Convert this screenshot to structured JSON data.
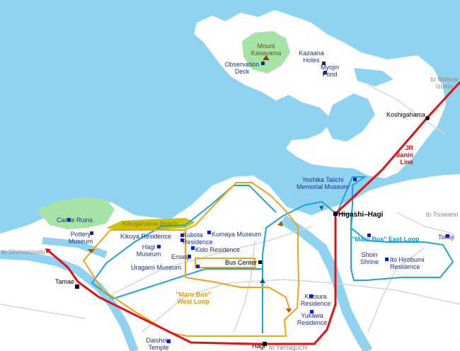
{
  "places": {
    "mount_kasayama": "Mount\nKasayama",
    "observation_deck": "Observation\nDeck",
    "kasaana_holes": "Kazaana\nHoles",
    "myojin_pond": "Myojin\nPond",
    "castle_ruins": "Castle Ruins",
    "pottery_museum": "Pottery\nMuseum",
    "kikugahama_beach": "Kikugahama Beach",
    "kikuya_residence": "Kikuya Residence",
    "kubota_residence": "Kubota\nResidence",
    "kumaya_museum": "Kumaya Museum",
    "hagi_museum": "Hagi\nMuseum",
    "kido_residence": "Kido Residence",
    "enseiji": "Enseiji",
    "uragami_museum": "Uragami Museum",
    "bus_center": "Bus Center",
    "yoshika_taiichi": "Yoshika Taiichi\nMemorial Museum",
    "shoin_shrine": "Shoin\nShrine",
    "ito_hirobumi": "Ito Hirobumi\nResidence",
    "tokoji": "Tokoji",
    "katsura_residence": "Katsura\nResidence",
    "yukawa_residence": "Yukawa\nResidence",
    "daishoin_temple": "Daishoin\nTemple"
  },
  "stations": {
    "koshigahama": "Koshigahama",
    "higashi_hagi": "Higashi–Hagi",
    "tamae": "Tamae",
    "hagi": "Hagi"
  },
  "directions": {
    "to_matsue": "to Matsue\nIzumo",
    "to_tsuwano": "to Tsuwano",
    "to_shimonoseki": "to Shimonoseki",
    "to_yamaguchi": "to Yamaguchi"
  },
  "lines": {
    "jr": "JR\nSanin\nLine",
    "east_loop": "\"Maru Bus\" East Loop",
    "west_loop": "\"Maru Bus\"\nWest Loop"
  },
  "colors": {
    "sea": "#8fd3f0",
    "land": "#ffffff",
    "green": "#a6e3a6",
    "beach": "#c9c400",
    "jr_line": "#e21212",
    "west_loop": "#f2a21a",
    "east_loop": "#1ba6d8",
    "poi": "#0a1ec8"
  }
}
